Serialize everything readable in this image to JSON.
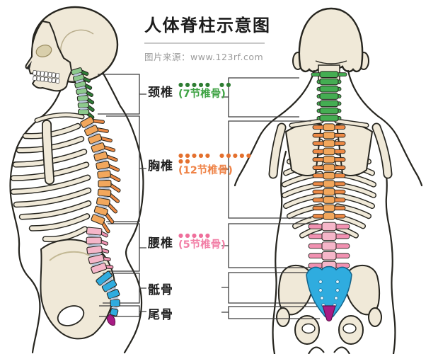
{
  "header": {
    "title": "人体脊柱示意图",
    "source": "图片来源：www.123rf.com"
  },
  "sections": [
    {
      "id": "cervical",
      "label": "颈椎",
      "sub": "(7节椎骨)",
      "count": 7,
      "dots": [
        "●●●●●  ●●"
      ],
      "color": "#3fa344",
      "dot_color": "#2e7d32",
      "body_color": "#8cc98c",
      "process_color": "#2e7d36",
      "back_color": "#44ad52"
    },
    {
      "id": "thoracic",
      "label": "胸椎",
      "sub": "(12节椎骨)",
      "count": 12,
      "dots": [
        "●●●●●  ●●●●●",
        "●●"
      ],
      "color": "#ef8347",
      "dot_color": "#e4702e",
      "body_color": "#f2a75c",
      "process_color": "#ec8a45",
      "back_color": "#ee8a45"
    },
    {
      "id": "lumbar",
      "label": "腰椎",
      "sub": "(5节椎骨)",
      "count": 5,
      "dots": [
        "●●●●●"
      ],
      "color": "#f27fa6",
      "dot_color": "#ef6f9b",
      "body_color": "#f5b6c9",
      "process_color": "#ef93b2",
      "back_color": "#f191b1"
    },
    {
      "id": "sacrum",
      "label": "骶骨",
      "sub": "",
      "count": 5,
      "dots": [],
      "color": "#2facdf",
      "dot_color": "#2facdf",
      "body_color": "#2facdf",
      "process_color": "#1787b4",
      "back_color": "#2facdf"
    },
    {
      "id": "coccyx",
      "label": "尾骨",
      "sub": "",
      "count": 3,
      "dots": [],
      "color": "#a81b84",
      "dot_color": "#a81b84",
      "body_color": "#a81b84",
      "process_color": "#a81b84",
      "back_color": "#a81b84"
    }
  ],
  "colors": {
    "background": "#ffffff",
    "outline": "#26251f",
    "bone": "#f0e9d8",
    "bone_line": "#c3b995",
    "disc": "#b9c6da",
    "bracket": "#3c3c3c",
    "title": "#1c1c1c",
    "source_text": "#9b9b9b",
    "divider": "#c9c9c9",
    "label_text": "#222222",
    "sacrum_blue": "#2facdf",
    "coccyx_purple": "#a81b84"
  }
}
